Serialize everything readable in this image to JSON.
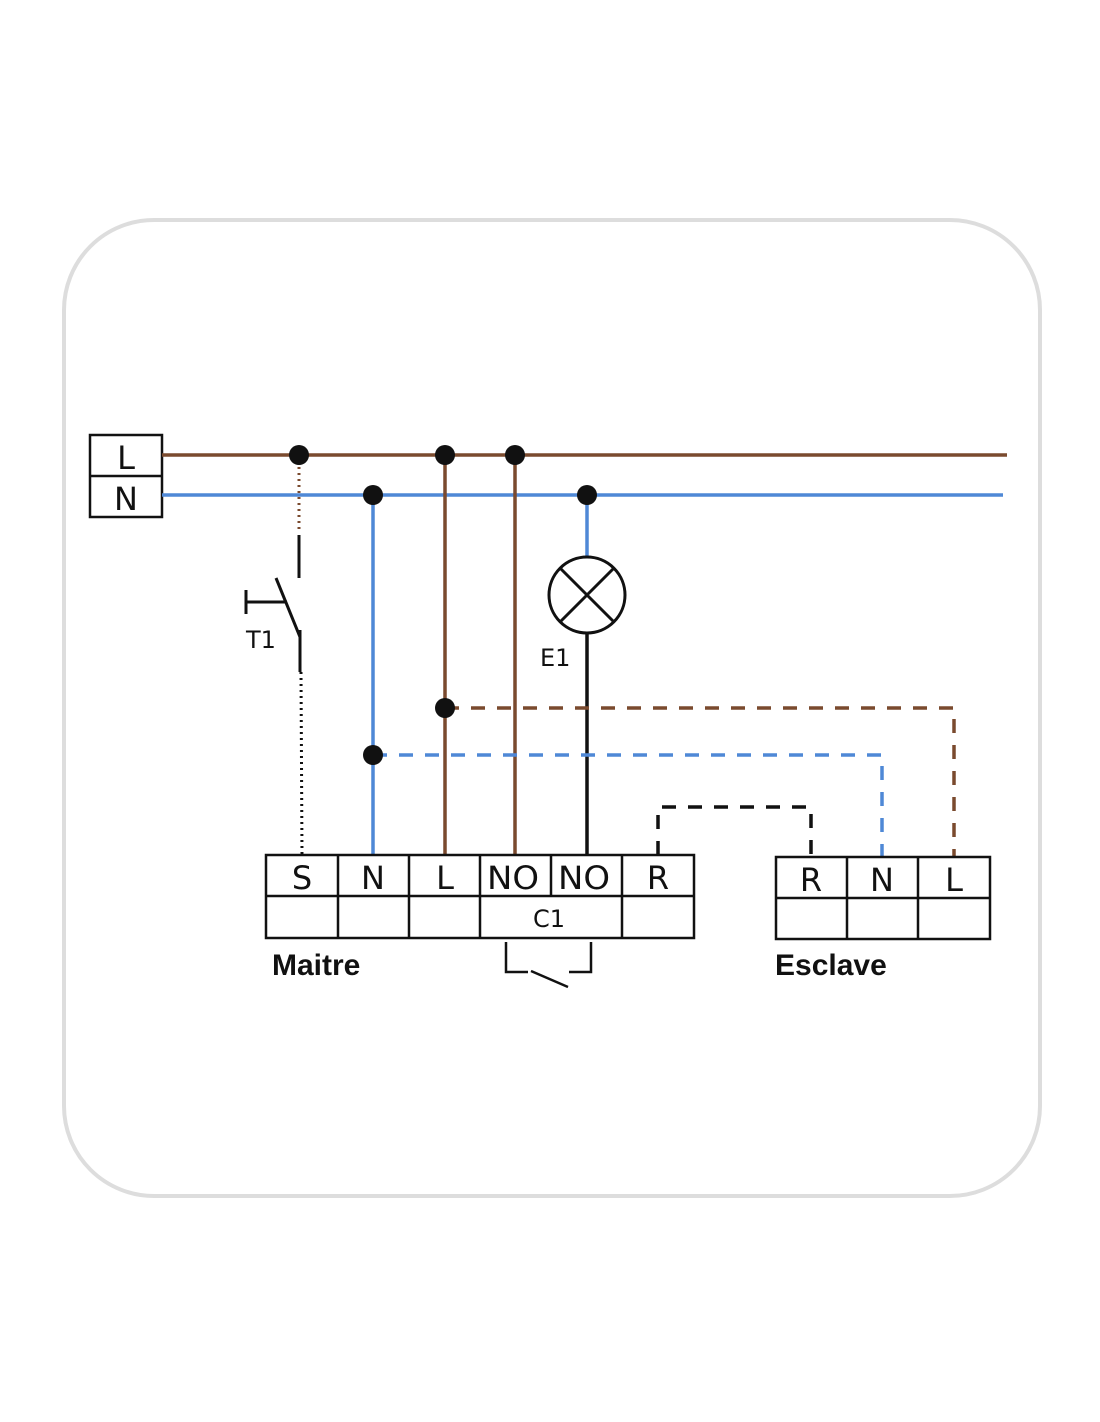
{
  "colors": {
    "phase": "#7a4a2e",
    "neutral": "#4f88d6",
    "black": "#111111",
    "frame": "#dddddd"
  },
  "supply": {
    "phase_label": "L",
    "neutral_label": "N"
  },
  "pushbutton": {
    "label": "T1"
  },
  "lamp": {
    "label": "E1"
  },
  "master": {
    "name": "Maitre",
    "terminals": [
      "S",
      "N",
      "L",
      "NO",
      "NO",
      "R"
    ],
    "contact_label": "C1"
  },
  "slave": {
    "name": "Esclave",
    "terminals": [
      "R",
      "N",
      "L"
    ]
  }
}
